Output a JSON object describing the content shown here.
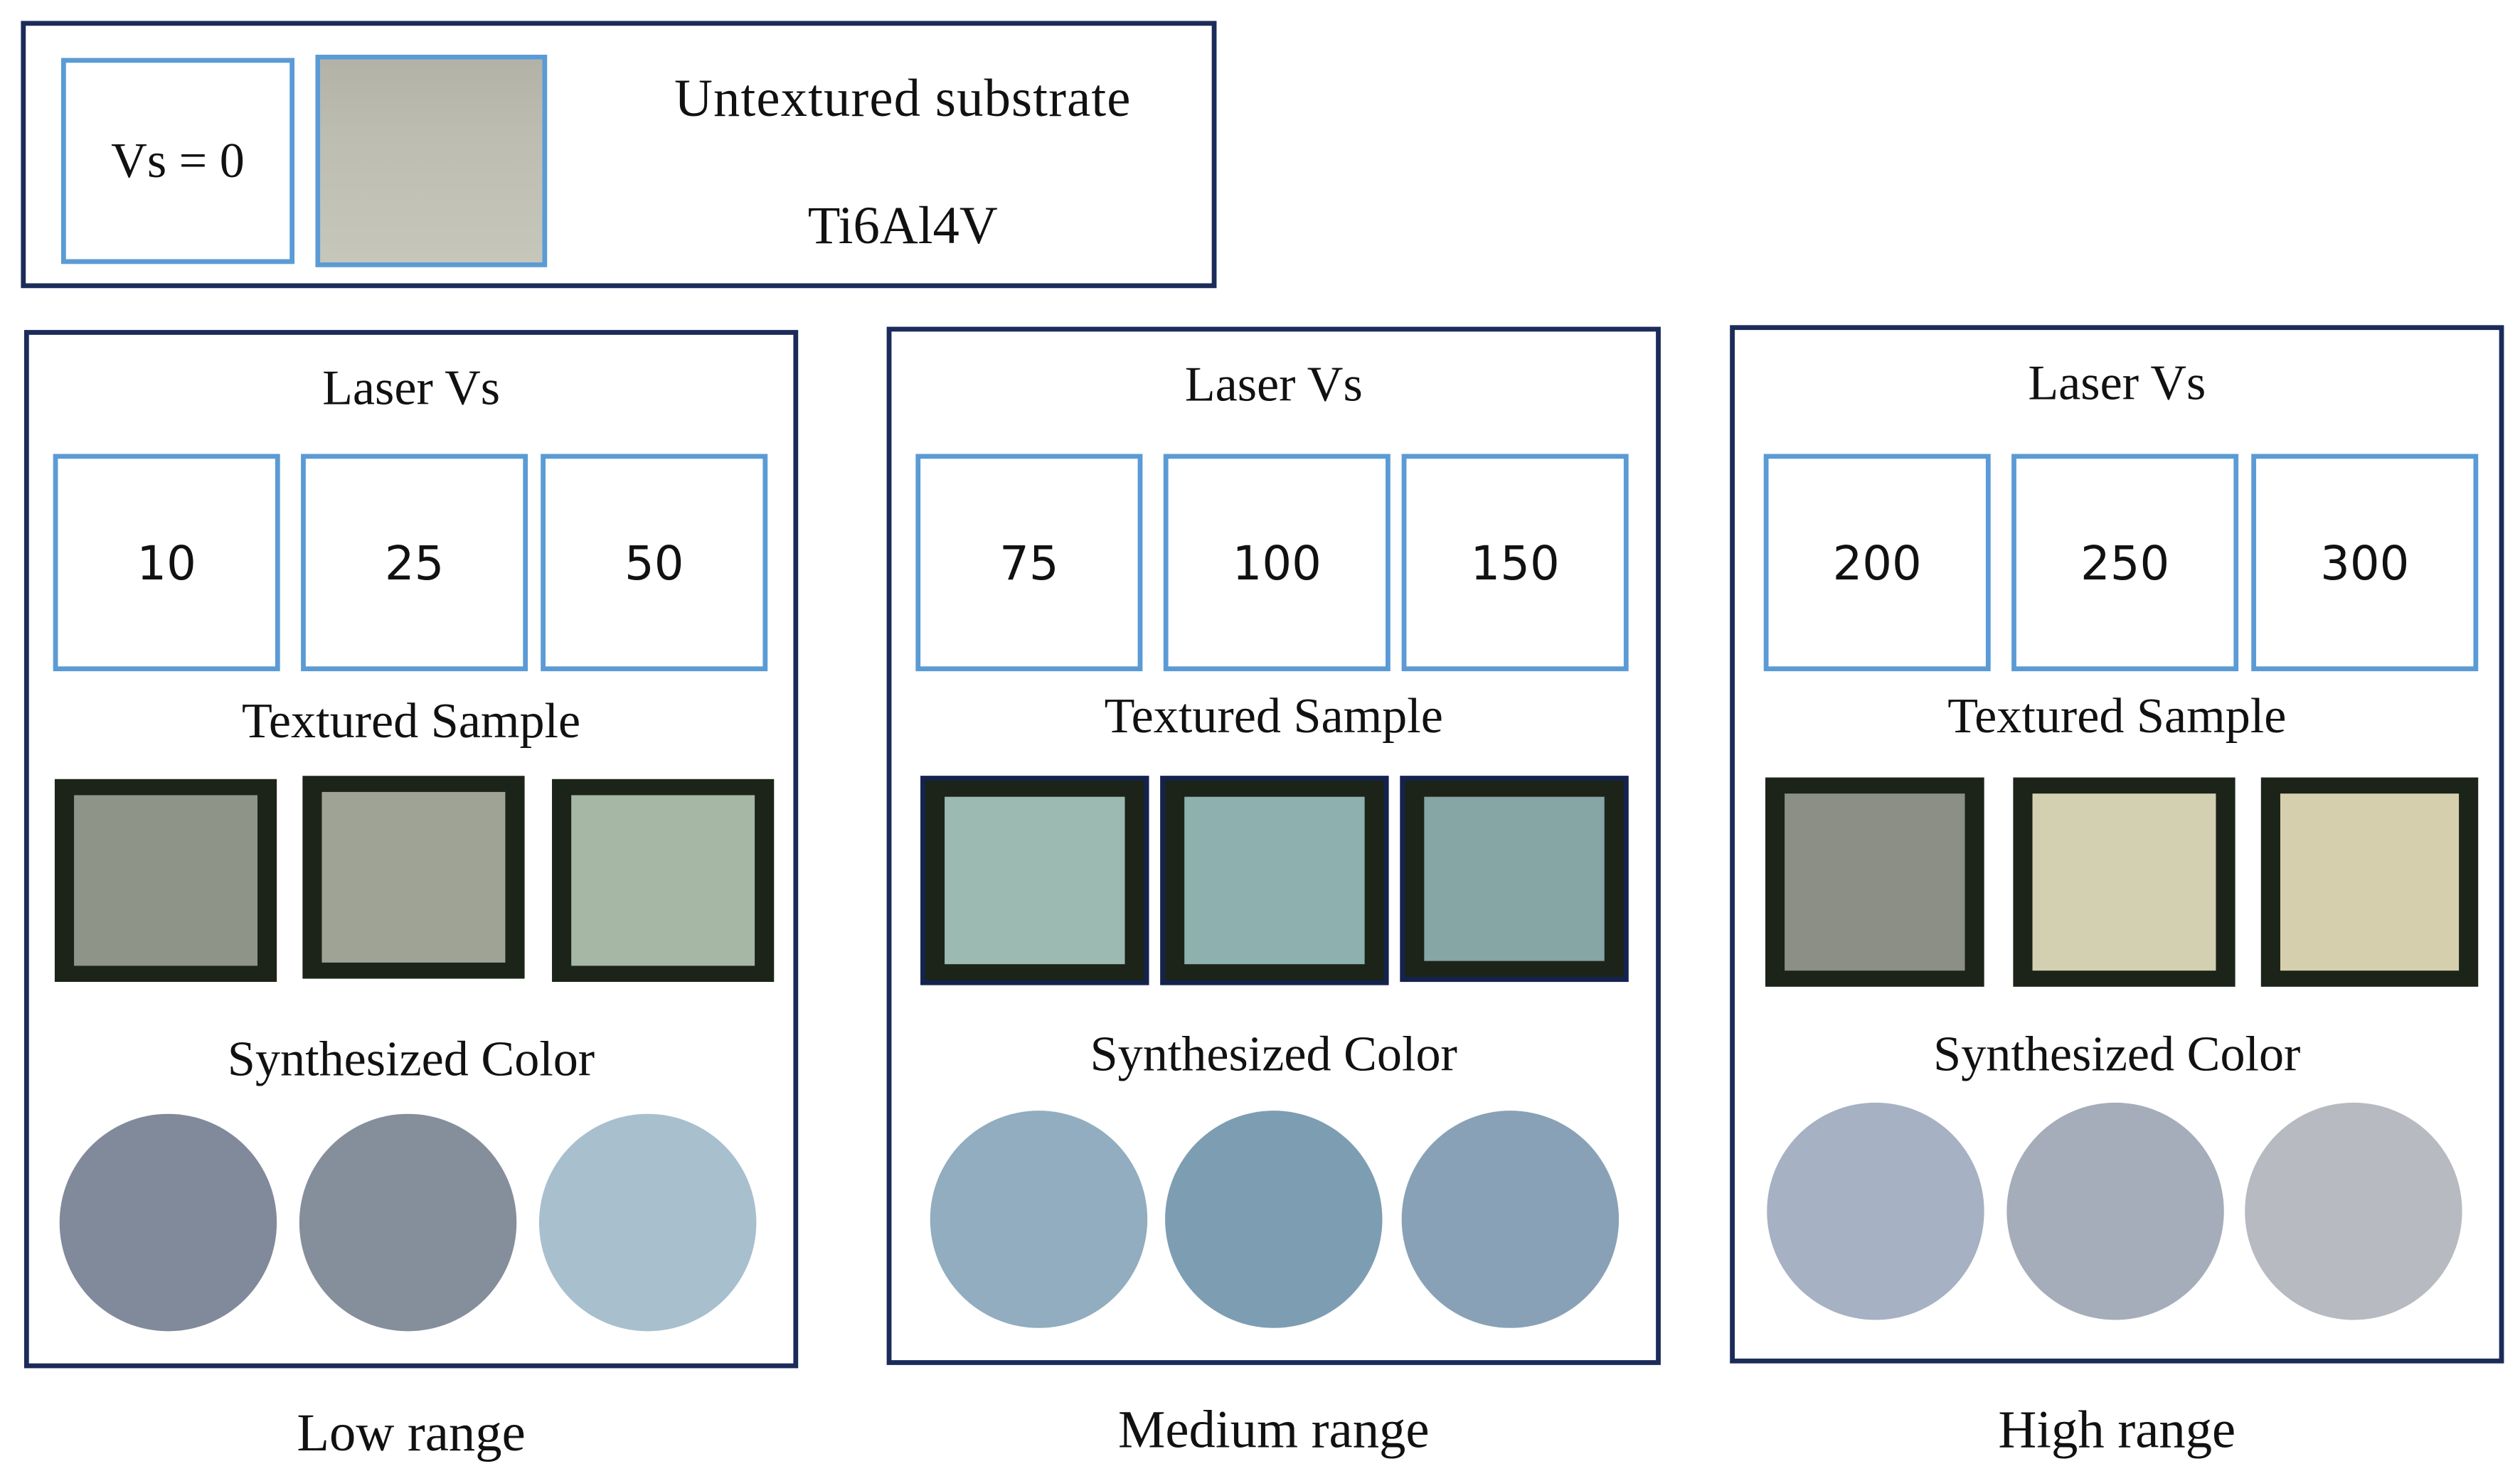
{
  "untextured": {
    "vs_label": "Vs = 0",
    "title": "Untextured substrate",
    "material": "Ti6Al4V",
    "sample_color": "#bcbcb1"
  },
  "panels": [
    {
      "heading": "Laser Vs",
      "values": [
        "10",
        "25",
        "50"
      ],
      "textured_heading": "Textured Sample",
      "sample_colors": [
        "#8f9488",
        "#9fa396",
        "#a6b7a5"
      ],
      "synth_heading": "Synthesized Color",
      "synth_colors": [
        "#818a9b",
        "#858e9b",
        "#a8bfcd"
      ],
      "range_label": "Low range"
    },
    {
      "heading": "Laser Vs",
      "values": [
        "75",
        "100",
        "150"
      ],
      "textured_heading": "Textured Sample",
      "sample_colors": [
        "#9dbab2",
        "#8eb1b0",
        "#86a5a5"
      ],
      "synth_heading": "Synthesized Color",
      "synth_colors": [
        "#91adbf",
        "#7d9db3",
        "#89a1b6"
      ],
      "range_label": "Medium range"
    },
    {
      "heading": "Laser Vs",
      "values": [
        "200",
        "250",
        "300"
      ],
      "textured_heading": "Textured Sample",
      "sample_colors": [
        "#8c8f86",
        "#d3d0b2",
        "#d6cfae"
      ],
      "synth_heading": "Synthesized Color",
      "synth_colors": [
        "#a6b1c3",
        "#a5adba",
        "#b7bac0"
      ],
      "range_label": "High range"
    }
  ],
  "colors": {
    "frame": "#1b2b5a",
    "box_border": "#5b9bd5"
  }
}
